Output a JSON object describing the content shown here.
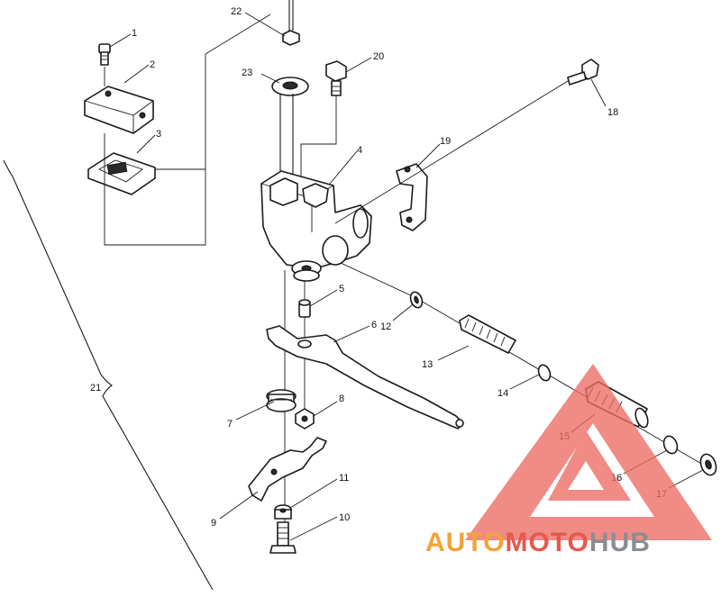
{
  "diagram": {
    "callouts": {
      "c1": "1",
      "c2": "2",
      "c3": "3",
      "c4": "4",
      "c5": "5",
      "c6": "6",
      "c7": "7",
      "c8": "8",
      "c9": "9",
      "c10": "10",
      "c11": "11",
      "c12": "12",
      "c13": "13",
      "c14": "14",
      "c15": "15",
      "c16": "16",
      "c17": "17",
      "c18": "18",
      "c19": "19",
      "c20": "20",
      "c21": "21",
      "c22": "22",
      "c23": "23"
    }
  },
  "watermark": {
    "part1": "AUTO",
    "part2": "MOTO",
    "part3": "HUB",
    "colors": {
      "orange": "#f2a33a",
      "red": "#e8574f",
      "gray": "#8a8d91"
    }
  }
}
